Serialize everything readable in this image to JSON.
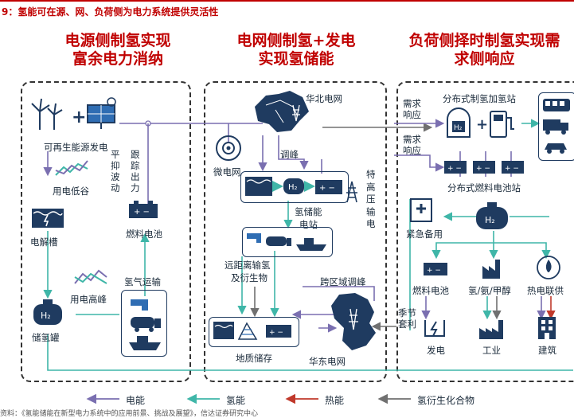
{
  "figure_title": "9：氢能可在源、网、负荷侧为电力系统提供灵活性",
  "columns": {
    "left_title_1": "电源侧制氢实现",
    "left_title_2": "富余电力消纳",
    "mid_title_1": "电网侧制氢+发电",
    "mid_title_2": "实现氢储能",
    "right_title_1": "负荷侧择时制氢实现需",
    "right_title_2": "求侧响应"
  },
  "left": {
    "renewable": "可再生能源发电",
    "low_usage": "用电低谷",
    "electrolyzer": "电解槽",
    "high_usage": "用电高峰",
    "h2_tank": "储氢罐",
    "fuel_cell": "燃料电池",
    "h2_transport": "氢气运输",
    "smooth_1": "平抑",
    "smooth_2": "波动",
    "track_1": "跟踪",
    "track_2": "出力",
    "h2_symbol": "H₂"
  },
  "middle": {
    "north_grid": "华北电网",
    "microgrid": "微电网",
    "peak_shaving": "调峰",
    "h2_station_1": "氢储能",
    "h2_station_2": "电站",
    "long_transport_1": "远距离输氢",
    "long_transport_2": "及衍生物",
    "cross_region": "跨区域调峰",
    "geo_storage": "地质储存",
    "east_grid": "华东电网",
    "uhv": "特高压输电"
  },
  "right": {
    "demand_1": "需求",
    "demand_2": "响应",
    "demand2_1": "需求",
    "demand2_2": "响应",
    "distributed_h2": "分布式制氢加氢站",
    "distributed_fc": "分布式燃料电池站",
    "emergency": "紧急备用",
    "fuel_cell": "燃料电池",
    "chemicals": "氢/氨/甲醇",
    "chp": "热电联供",
    "seasonal_1": "季节",
    "seasonal_2": "套利",
    "power_gen": "发电",
    "industry": "工业",
    "building": "建筑"
  },
  "legend": {
    "electricity": "电能",
    "hydrogen": "氢能",
    "heat": "热能",
    "derivatives": "氢衍生化合物"
  },
  "colors": {
    "title_red": "#c00000",
    "electricity": "#7a6fb0",
    "hydrogen": "#3fb6a8",
    "heat": "#c0392b",
    "derivatives": "#707070",
    "icon_navy": "#1f3b60",
    "icon_blue": "#2f6db3"
  },
  "footer": "资料：《氢能储能在新型电力系统中的应用前景、挑战及展望》，信达证券研究中心"
}
